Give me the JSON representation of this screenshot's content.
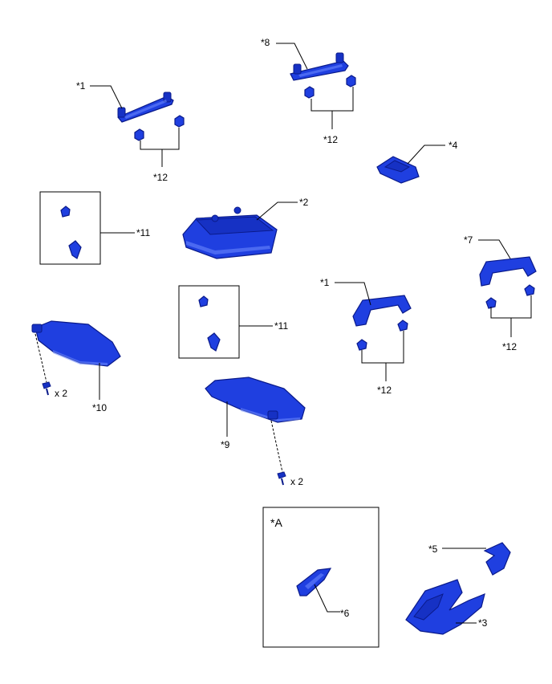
{
  "labels": {
    "p1_top": "*1",
    "p8": "*8",
    "p12_top_left": "*12",
    "p12_top_right": "*12",
    "p4": "*4",
    "p2": "*2",
    "p11_left": "*11",
    "p11_mid": "*11",
    "p7": "*7",
    "p1_right": "*1",
    "p12_right_mid": "*12",
    "p12_far_right": "*12",
    "p10": "*10",
    "p9": "*9",
    "qty_left": "x 2",
    "qty_mid": "x 2",
    "inset_A": "*A",
    "p6": "*6",
    "p5": "*5",
    "p3": "*3"
  },
  "colors": {
    "part_fill": "#1f3fe0",
    "part_stroke": "#0a1a8a"
  }
}
